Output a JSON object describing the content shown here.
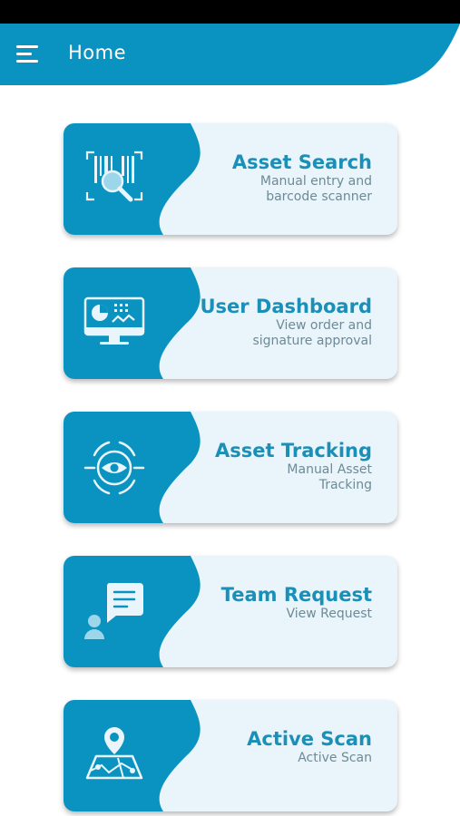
{
  "header": {
    "title": "Home",
    "menu_icon": "hamburger-menu-icon",
    "bar_color": "#0a93c0"
  },
  "colors": {
    "accent": "#0a93c0",
    "card_bg": "#e9f5fb",
    "title_text": "#1a8fb8",
    "subtitle_text": "#6d8a96"
  },
  "cards": [
    {
      "title": "Asset Search",
      "subtitle": [
        "Manual entry and",
        "barcode scanner"
      ],
      "icon": "barcode-search-icon"
    },
    {
      "title": "User Dashboard",
      "subtitle": [
        "View order and",
        "signature approval"
      ],
      "icon": "dashboard-monitor-icon"
    },
    {
      "title": "Asset Tracking",
      "subtitle": [
        "Manual Asset",
        "Tracking"
      ],
      "icon": "tracking-eye-icon"
    },
    {
      "title": "Team Request",
      "subtitle": [
        "View Request"
      ],
      "icon": "user-chat-icon"
    },
    {
      "title": "Active Scan",
      "subtitle": [
        "Active Scan"
      ],
      "icon": "map-pin-icon"
    }
  ]
}
